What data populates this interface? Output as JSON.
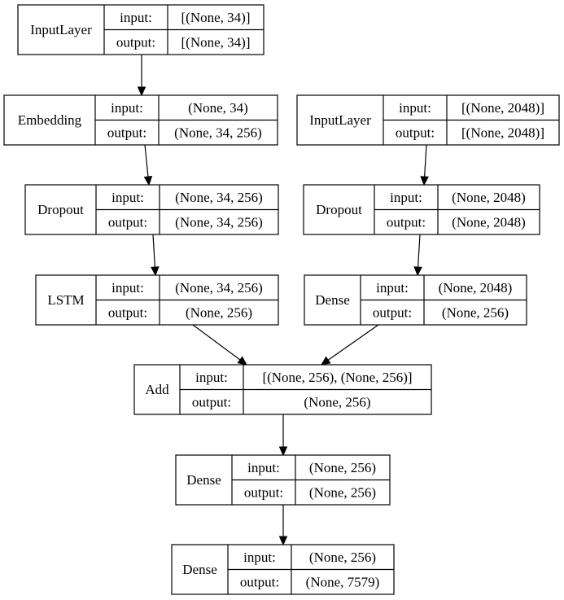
{
  "diagram": {
    "labels": {
      "input": "input:",
      "output": "output:"
    },
    "nodes": [
      {
        "id": "input-layer-1",
        "layer": "InputLayer",
        "input": "[(None, 34)]",
        "output": "[(None, 34)]"
      },
      {
        "id": "embedding",
        "layer": "Embedding",
        "input": "(None, 34)",
        "output": "(None, 34, 256)"
      },
      {
        "id": "input-layer-2",
        "layer": "InputLayer",
        "input": "[(None, 2048)]",
        "output": "[(None, 2048)]"
      },
      {
        "id": "dropout-1",
        "layer": "Dropout",
        "input": "(None, 34, 256)",
        "output": "(None, 34, 256)"
      },
      {
        "id": "dropout-2",
        "layer": "Dropout",
        "input": "(None, 2048)",
        "output": "(None, 2048)"
      },
      {
        "id": "lstm",
        "layer": "LSTM",
        "input": "(None, 34, 256)",
        "output": "(None, 256)"
      },
      {
        "id": "dense-1",
        "layer": "Dense",
        "input": "(None, 2048)",
        "output": "(None, 256)"
      },
      {
        "id": "add",
        "layer": "Add",
        "input": "[(None, 256), (None, 256)]",
        "output": "(None, 256)"
      },
      {
        "id": "dense-2",
        "layer": "Dense",
        "input": "(None, 256)",
        "output": "(None, 256)"
      },
      {
        "id": "dense-3",
        "layer": "Dense",
        "input": "(None, 256)",
        "output": "(None, 7579)"
      }
    ],
    "edges": [
      {
        "from": "input-layer-1",
        "to": "embedding"
      },
      {
        "from": "embedding",
        "to": "dropout-1"
      },
      {
        "from": "input-layer-2",
        "to": "dropout-2"
      },
      {
        "from": "dropout-1",
        "to": "lstm"
      },
      {
        "from": "dropout-2",
        "to": "dense-1"
      },
      {
        "from": "lstm",
        "to": "add"
      },
      {
        "from": "dense-1",
        "to": "add"
      },
      {
        "from": "add",
        "to": "dense-2"
      },
      {
        "from": "dense-2",
        "to": "dense-3"
      }
    ]
  }
}
